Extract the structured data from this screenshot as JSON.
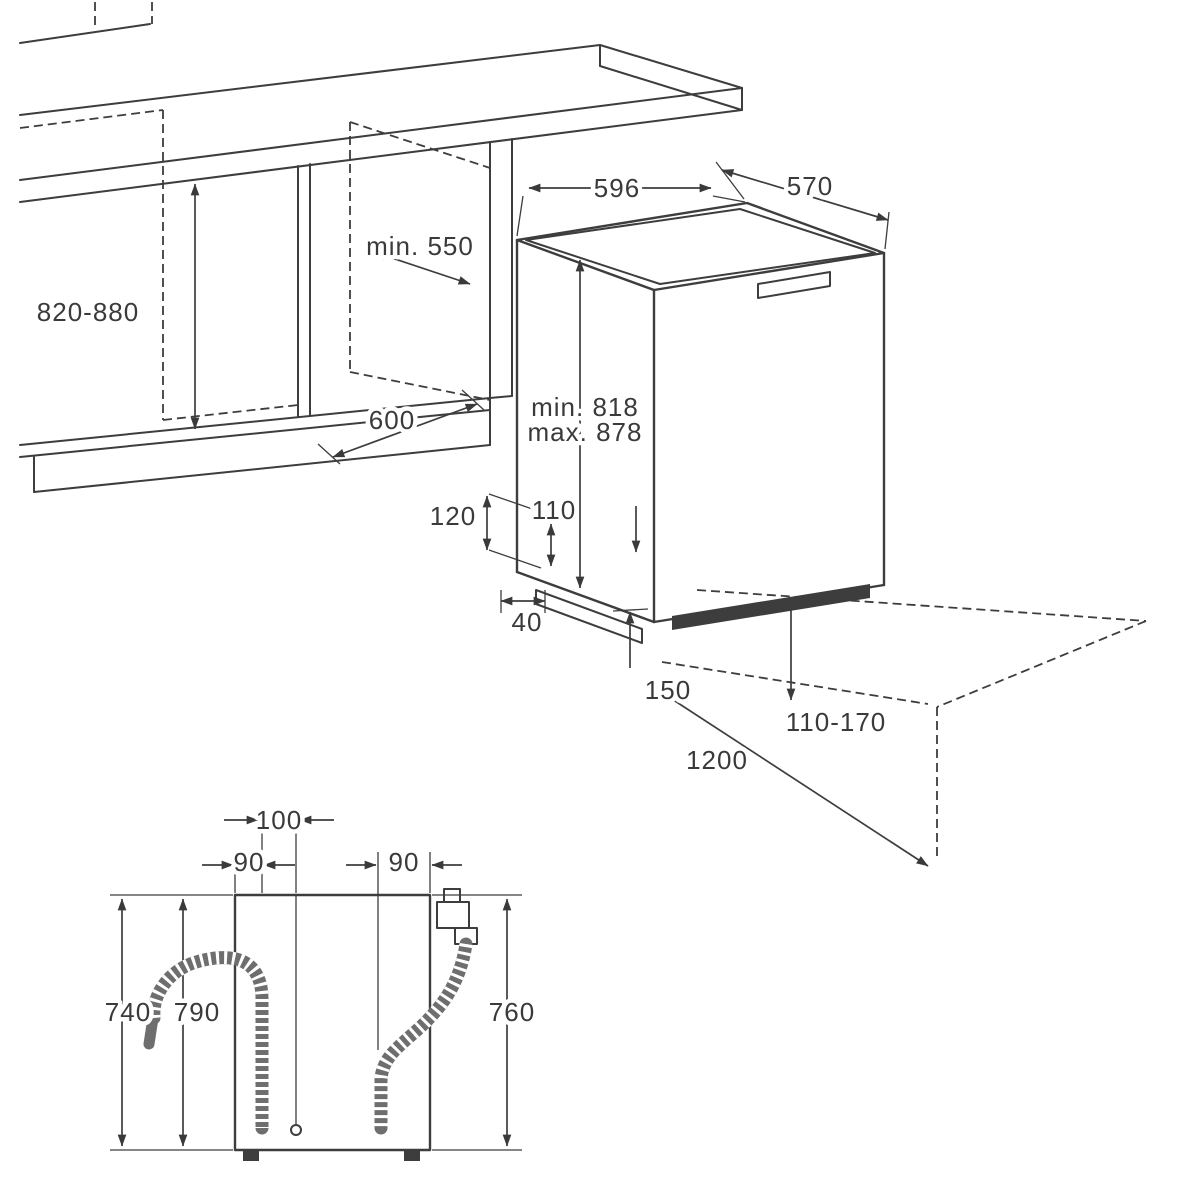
{
  "diagram": {
    "kind": "dishwasher-installation-dimensions",
    "colors": {
      "line": "#3d3d3d",
      "background": "#ffffff"
    },
    "labels": {
      "top_width": "596",
      "top_depth": "570",
      "niche_depth": "min. 550",
      "niche_height": "820-880",
      "niche_width": "600",
      "unit_height_min": "min. 818",
      "unit_height_max": "max. 878",
      "front_clearance": "120",
      "plinth_gap": "110",
      "side_gap": "40",
      "base_height": "150",
      "adjust_range": "110-170",
      "hose_reach": "1200"
    },
    "rear_labels": {
      "offset_100": "100",
      "offset_90_left": "90",
      "offset_90_right": "90",
      "height_740": "740",
      "height_790": "790",
      "height_760": "760"
    }
  }
}
